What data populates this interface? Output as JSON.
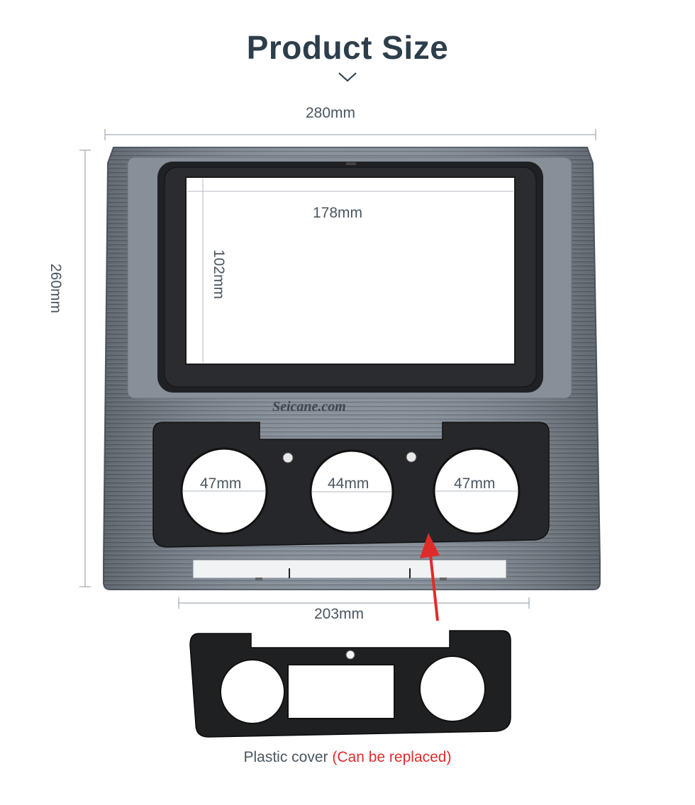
{
  "header": {
    "title": "Product Size",
    "chevron_icon": "chevron-down-icon"
  },
  "dimensions": {
    "overall_width": "280mm",
    "overall_height": "260mm",
    "screen_width": "178mm",
    "screen_height": "102mm",
    "knob_left": "47mm",
    "knob_center": "44mm",
    "knob_right": "47mm",
    "panel_width": "203mm"
  },
  "watermark": "Seicane.com",
  "caption": {
    "text": "Plastic cover",
    "note": "(Can be replaced)"
  },
  "colors": {
    "title": "#2d3e4b",
    "accent_red": "#e02b2b",
    "frame_gray": "#6f7884",
    "panel_black": "#26272a"
  }
}
